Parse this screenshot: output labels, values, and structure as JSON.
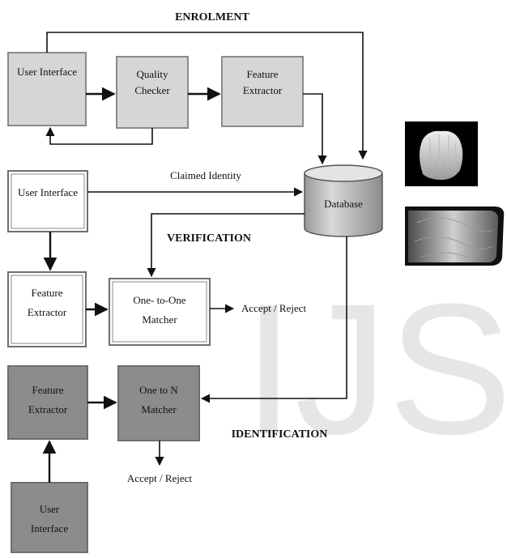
{
  "sections": {
    "enrolment": "ENROLMENT",
    "verification": "VERIFICATION",
    "identification": "IDENTIFICATION"
  },
  "enrolment": {
    "user_interface": "User Interface",
    "quality_checker": [
      "Quality",
      "Checker"
    ],
    "feature_extractor": [
      "Feature",
      "Extractor"
    ]
  },
  "verification": {
    "user_interface": "User Interface",
    "claimed_identity": "Claimed Identity",
    "feature_extractor": [
      "Feature",
      "Extractor"
    ],
    "matcher": [
      "One- to-One",
      "Matcher"
    ],
    "result": "Accept / Reject"
  },
  "identification": {
    "feature_extractor": [
      "Feature",
      "Extractor"
    ],
    "matcher": [
      "One to N",
      "Matcher"
    ],
    "result": "Accept / Reject",
    "user_interface": [
      "User",
      "Interface"
    ]
  },
  "database": "Database",
  "watermark": "IJS"
}
